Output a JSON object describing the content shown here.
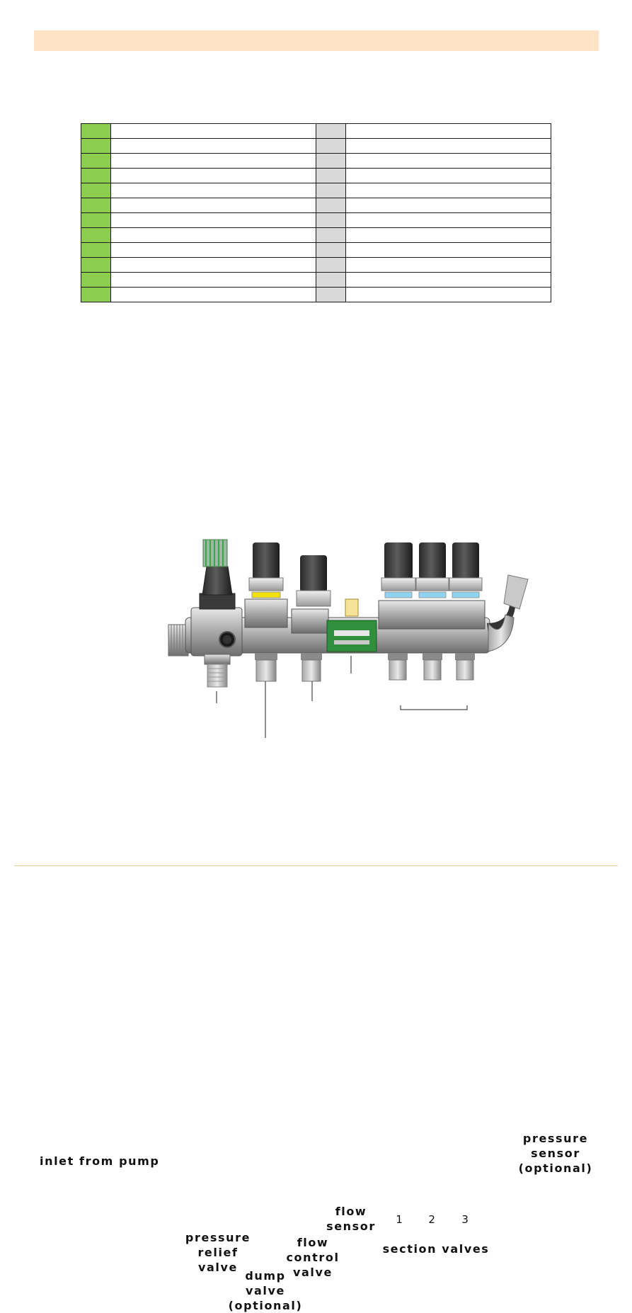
{
  "spec_table": {
    "rows": [
      {
        "left_num": "",
        "left_text": "",
        "right_num": "",
        "right_text": ""
      },
      {
        "left_num": "",
        "left_text": "",
        "right_num": "",
        "right_text": ""
      },
      {
        "left_num": "",
        "left_text": "",
        "right_num": "",
        "right_text": ""
      },
      {
        "left_num": "",
        "left_text": "",
        "right_num": "",
        "right_text": ""
      },
      {
        "left_num": "",
        "left_text": "",
        "right_num": "",
        "right_text": ""
      },
      {
        "left_num": "",
        "left_text": "",
        "right_num": "",
        "right_text": ""
      },
      {
        "left_num": "",
        "left_text": "",
        "right_num": "",
        "right_text": ""
      },
      {
        "left_num": "",
        "left_text": "",
        "right_num": "",
        "right_text": ""
      },
      {
        "left_num": "",
        "left_text": "",
        "right_num": "",
        "right_text": ""
      },
      {
        "left_num": "",
        "left_text": "",
        "right_num": "",
        "right_text": ""
      },
      {
        "left_num": "",
        "left_text": "",
        "right_num": "",
        "right_text": ""
      },
      {
        "left_num": "",
        "left_text": "",
        "right_num": "",
        "right_text": ""
      }
    ]
  },
  "diagram": {
    "labels": {
      "inlet": "inlet from pump",
      "pressure_relief": [
        "pressure",
        "relief",
        "valve"
      ],
      "dump_valve": [
        "dump",
        "valve",
        "(optional)"
      ],
      "flow_control": [
        "flow",
        "control",
        "valve"
      ],
      "flow_sensor": [
        "flow",
        "sensor"
      ],
      "section_numbers": [
        "1",
        "2",
        "3"
      ],
      "section_valves": "section valves",
      "pressure_sensor": [
        "pressure",
        "sensor",
        "(optional)"
      ]
    }
  },
  "colors": {
    "header_band": "#fde3c4",
    "row_number_green": "#8ccd50",
    "row_number_grey": "#d9d9d9",
    "valve_yellow_ring": "#f2e000",
    "valve_blue_ring": "#8fd3f2",
    "flow_sensor_green": "#3aa84a"
  }
}
